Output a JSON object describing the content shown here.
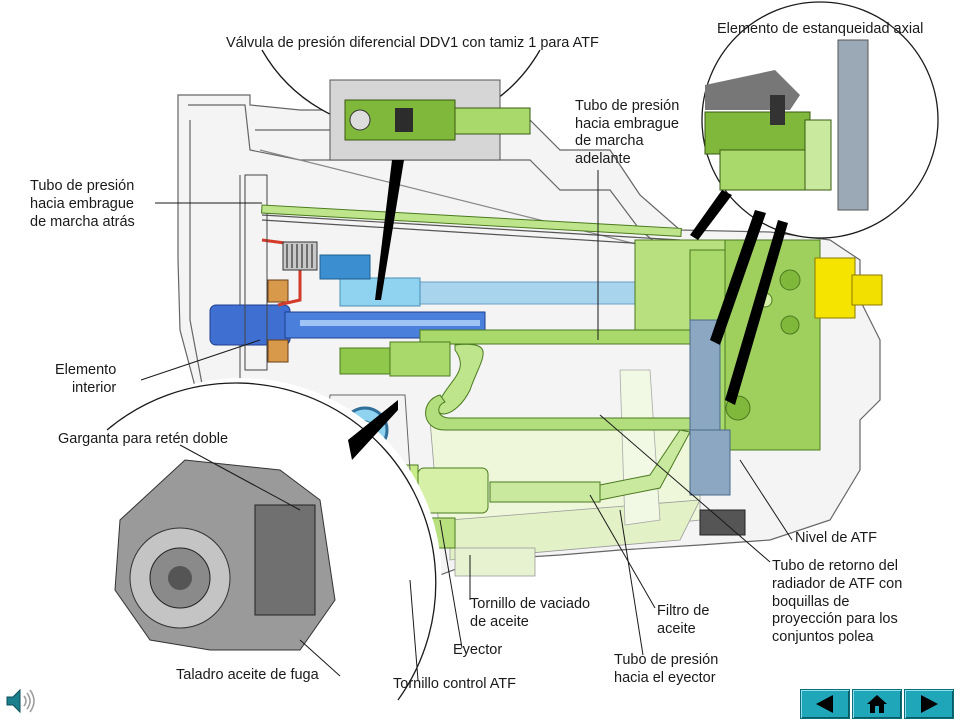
{
  "labels": {
    "valvula": "Válvula de presión diferencial DDV1 con tamiz 1 para ATF",
    "estanqueidad": "Elemento de estanqueidad axial",
    "tubo_adelante": "Tubo de presión\nhacia embrague\nde marcha\nadelante",
    "tubo_atras": "Tubo de presión\nhacia embrague\nde marcha atrás",
    "elemento_interior": "Elemento\ninterior",
    "garganta": "Garganta para retén doble",
    "taladro": "Taladro aceite de fuga",
    "tornillo_control": "Tornillo control ATF",
    "eyector": "Eyector",
    "tornillo_vaciado": "Tornillo de vaciado\nde aceite",
    "filtro": "Filtro de\naceite",
    "tubo_eyector": "Tubo de presión\nhacia el eyector",
    "nivel": "Nivel de ATF",
    "tubo_retorno": "Tubo de retorno del\nradiador de ATF con\nboquillas de\nproyección para los\nconjuntos polea"
  },
  "nav": {
    "back_label": "back",
    "home_label": "home",
    "forward_label": "forward"
  },
  "icons": {
    "speaker": "speaker-icon",
    "back": "triangle-left-icon",
    "home": "home-icon",
    "forward": "triangle-right-icon"
  },
  "colors": {
    "atf_green": "#a9d96b",
    "light_green": "#d9f0b0",
    "pale_green": "#eef7d9",
    "blue": "#3f7fd0",
    "cyan": "#8fd3f0",
    "red": "#d23a2a",
    "yellow": "#f5e400",
    "nav_teal": "#1fa6b8"
  }
}
